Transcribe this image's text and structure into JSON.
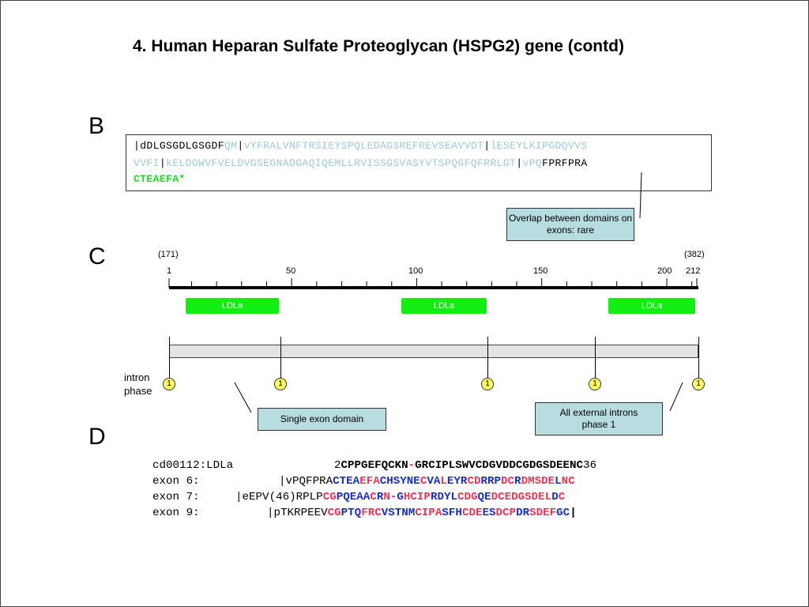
{
  "title": "4. Human Heparan Sulfate Proteoglycan (HSPG2) gene (contd)",
  "panels": {
    "b": "B",
    "c": "C",
    "d": "D"
  },
  "panel_b": {
    "line1": [
      {
        "t": "|",
        "c": "bar"
      },
      {
        "t": "dDLGSGDLGSGDF",
        "c": "n"
      },
      {
        "t": "QM",
        "c": "blue"
      },
      {
        "t": "|",
        "c": "bar"
      },
      {
        "t": "vYFRALVNFTRSIEYSPQLEDAGSREFREVSEAVVDT",
        "c": "blue"
      },
      {
        "t": "|",
        "c": "bar"
      },
      {
        "t": "lESEYLKIPGDQVVS",
        "c": "blue"
      }
    ],
    "line2": [
      {
        "t": "VVFI",
        "c": "blue"
      },
      {
        "t": "|",
        "c": "bar"
      },
      {
        "t": "kELDGWVFVELDVGSEGNADGAQIQEMLLRVISSGSVASYVTSPQGFQFRRLGT",
        "c": "blue"
      },
      {
        "t": "|",
        "c": "bar"
      },
      {
        "t": "vPQ",
        "c": "blue"
      },
      {
        "t": "FPRFPRA",
        "c": "n"
      }
    ],
    "line3": [
      {
        "t": "CTEAEFA*",
        "c": "green"
      }
    ],
    "callout": "Overlap between domains on exons: rare"
  },
  "panel_c": {
    "range_start_label": "(171)",
    "range_end_label": "(382)",
    "ticks": [
      "1",
      "50",
      "100",
      "150",
      "200",
      "212"
    ],
    "domains": [
      "LDLa",
      "LDLa",
      "LDLa"
    ],
    "intron_label_1": "intron",
    "intron_label_2": "phase",
    "phases": [
      "1",
      "1",
      "1",
      "1",
      "1"
    ],
    "callout_single": "Single exon domain",
    "callout_external": "All external introns phase 1"
  },
  "panel_d": {
    "rows": [
      {
        "label": "cd00112:LDLa",
        "segs": [
          {
            "t": "2",
            "c": "n"
          },
          {
            "t": "CPPGEFQCKN",
            "c": "k"
          },
          {
            "t": "-",
            "c": "r"
          },
          {
            "t": "GRCIPLSWVCDGVDDCGDGSDEENC",
            "c": "k"
          },
          {
            "t": "36",
            "c": "n"
          }
        ]
      },
      {
        "label": "exon 6:",
        "segs": [
          {
            "t": "|vPQFPRA",
            "c": "n"
          },
          {
            "t": "CTEA",
            "c": "b"
          },
          {
            "t": "EFA",
            "c": "r"
          },
          {
            "t": "CHSYNE",
            "c": "b"
          },
          {
            "t": "C",
            "c": "r"
          },
          {
            "t": "VA",
            "c": "b"
          },
          {
            "t": "L",
            "c": "r"
          },
          {
            "t": "EYR",
            "c": "b"
          },
          {
            "t": "CD",
            "c": "r"
          },
          {
            "t": "RRP",
            "c": "b"
          },
          {
            "t": "DC",
            "c": "r"
          },
          {
            "t": "R",
            "c": "b"
          },
          {
            "t": "DM",
            "c": "r"
          },
          {
            "t": "SDE",
            "c": "r"
          },
          {
            "t": "L",
            "c": "b"
          },
          {
            "t": "NC",
            "c": "r"
          }
        ]
      },
      {
        "label": "exon 7:",
        "segs": [
          {
            "t": "|eEPV(46)RPLP",
            "c": "n"
          },
          {
            "t": "CG",
            "c": "r"
          },
          {
            "t": "PQEAA",
            "c": "b"
          },
          {
            "t": "C",
            "c": "r"
          },
          {
            "t": "R",
            "c": "b"
          },
          {
            "t": "N",
            "c": "r"
          },
          {
            "t": "-",
            "c": "r"
          },
          {
            "t": "G",
            "c": "b"
          },
          {
            "t": "HCIP",
            "c": "r"
          },
          {
            "t": "RDYL",
            "c": "b"
          },
          {
            "t": "CDG",
            "c": "r"
          },
          {
            "t": "QE",
            "c": "b"
          },
          {
            "t": "DCE",
            "c": "r"
          },
          {
            "t": "DGSDEL",
            "c": "r"
          },
          {
            "t": "D",
            "c": "b"
          },
          {
            "t": "C",
            "c": "r"
          }
        ]
      },
      {
        "label": "exon 9:",
        "segs": [
          {
            "t": "|pTKRPEEV",
            "c": "n"
          },
          {
            "t": "CG",
            "c": "r"
          },
          {
            "t": "PTQ",
            "c": "b"
          },
          {
            "t": "FRC",
            "c": "r"
          },
          {
            "t": "VSTNM",
            "c": "b"
          },
          {
            "t": "CIPA",
            "c": "r"
          },
          {
            "t": "SFH",
            "c": "b"
          },
          {
            "t": "CDE",
            "c": "r"
          },
          {
            "t": "ES",
            "c": "b"
          },
          {
            "t": "DCP",
            "c": "r"
          },
          {
            "t": "DR",
            "c": "b"
          },
          {
            "t": "SDEF",
            "c": "r"
          },
          {
            "t": "GC",
            "c": "b"
          },
          {
            "t": "|",
            "c": "k"
          }
        ]
      }
    ]
  }
}
